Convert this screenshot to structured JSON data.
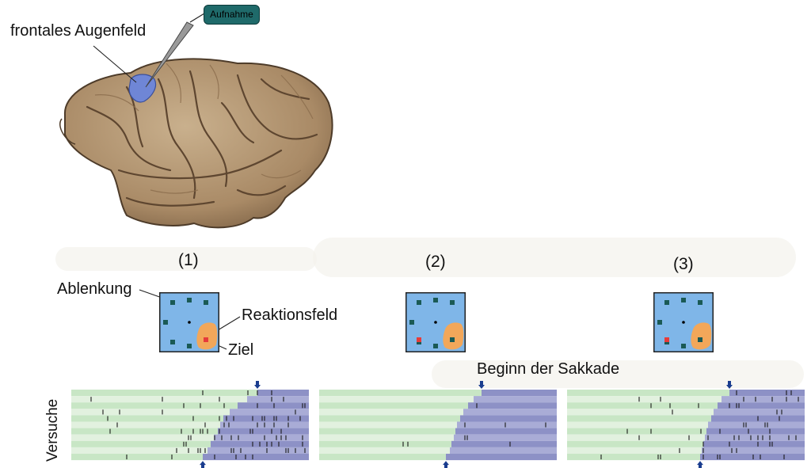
{
  "labels": {
    "eye_field": "frontales Augenfeld",
    "recording": "Aufnahme",
    "distractor": "Ablenkung",
    "response_field": "Reaktionsfeld",
    "target": "Ziel",
    "saccade_onset": "Beginn der Sakkade",
    "trials": "Versuche"
  },
  "conditions": [
    {
      "label": "(1)",
      "target_in_field": true
    },
    {
      "label": "(2)",
      "target_in_field": false
    },
    {
      "label": "(3)",
      "target_in_field": false
    }
  ],
  "colors": {
    "panel_bg": "#7fb6e8",
    "response_field": "#f2a75a",
    "distractor": "#1a5a55",
    "target": "#e63b3b",
    "pre_saccade_row_a": "#c8e6c5",
    "pre_saccade_row_b": "#e2f1df",
    "post_saccade_row_a": "#8d91c6",
    "post_saccade_row_b": "#a9acd6",
    "eye_field": "#6f86d6",
    "recording_box": "#1f6a6a"
  }
}
